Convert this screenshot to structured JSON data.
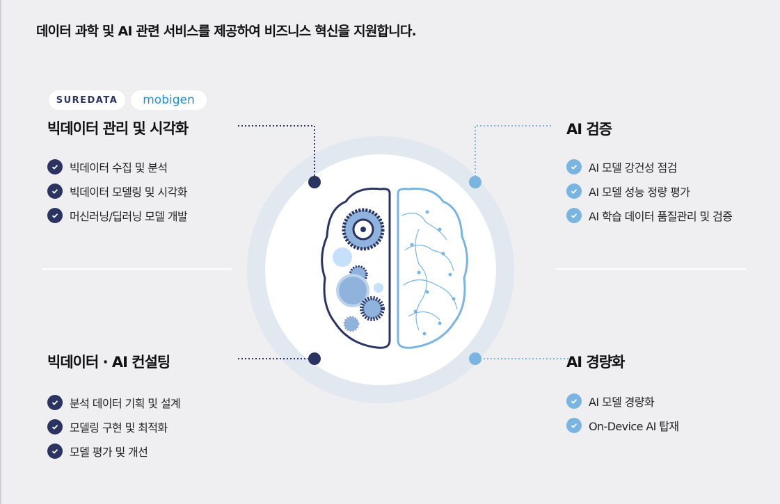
{
  "headline": "데이터 과학 및 AI 관련 서비스를 제공하여 비즈니스 혁신을 지원합니다.",
  "logos": [
    "SUREDATA",
    "mobigen"
  ],
  "sections": {
    "top_left": {
      "title": "빅데이터 관리 및 시각화",
      "items": [
        "빅데이터 수집 및 분석",
        "빅데이터 모델링 및 시각화",
        "머신러닝/딥러닝 모델 개발"
      ]
    },
    "bottom_left": {
      "title": "빅데이터 · AI 컨설팅",
      "items": [
        "분석 데이터 기획 및 설계",
        "모델링 구현 및 최적화",
        "모델 평가 및 개선"
      ]
    },
    "top_right": {
      "title": "AI 검증",
      "items": [
        "AI 모델 강건성 점검",
        "AI 모델 성능 정량 평가",
        "AI 학습 데이터 품질관리 및 검증"
      ]
    },
    "bottom_right": {
      "title": "AI 경량화",
      "items": [
        "AI 모델 경량화",
        "On-Device AI 탑재"
      ]
    }
  },
  "colors": {
    "dark": "#2b3461",
    "light": "#79b5e0",
    "background": "#efeff2"
  }
}
